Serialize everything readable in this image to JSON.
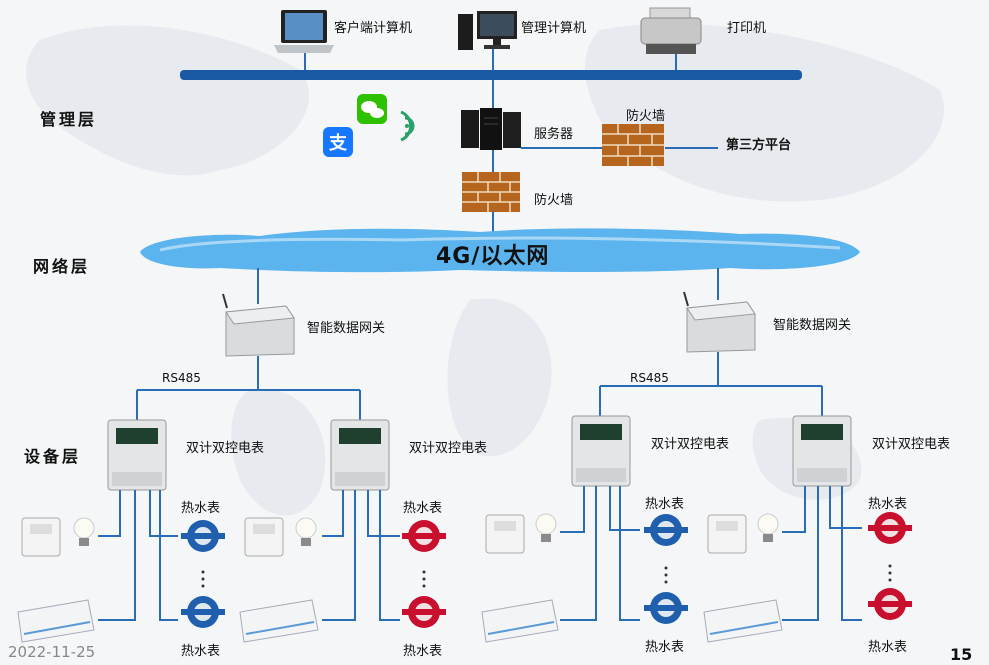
{
  "top": {
    "client_pc": "客户端计算机",
    "mgmt_pc": "管理计算机",
    "printer": "打印机"
  },
  "layers": {
    "management": "管理层",
    "network": "网络层",
    "device": "设备层"
  },
  "server": "服务器",
  "firewall_right": "防火墙",
  "firewall_center": "防火墙",
  "third_party": "第三方平台",
  "network_cloud": "4G/以太网",
  "gateway_left": "智能数据网关",
  "gateway_right": "智能数据网关",
  "bus_left": "RS485",
  "bus_right": "RS485",
  "meters": [
    "双计双控电表",
    "双计双控电表",
    "双计双控电表",
    "双计双控电表"
  ],
  "water_meter_upper": [
    "热水表",
    "热水表",
    "热水表",
    "热水表"
  ],
  "water_meter_lower": [
    "热水表",
    "热水表",
    "热水表",
    "热水表"
  ],
  "footer": {
    "date": "2022-11-25",
    "page": "15"
  },
  "colors": {
    "line": "#2a6db5",
    "bus": "#1a5aa5",
    "cloud": "#5bb4ee",
    "brick": "#b5651d",
    "hot_water": "#c8102e",
    "cold_water": "#1f5fae"
  },
  "icons": [
    "laptop-icon",
    "desktop-icon",
    "printer-icon",
    "wechat-icon",
    "alipay-icon",
    "wifi-icon",
    "server-icon",
    "firewall-icon",
    "cloud-icon",
    "gateway-icon",
    "electric-meter-icon",
    "socket-icon",
    "bulb-icon",
    "air-conditioner-icon",
    "water-meter-icon"
  ]
}
